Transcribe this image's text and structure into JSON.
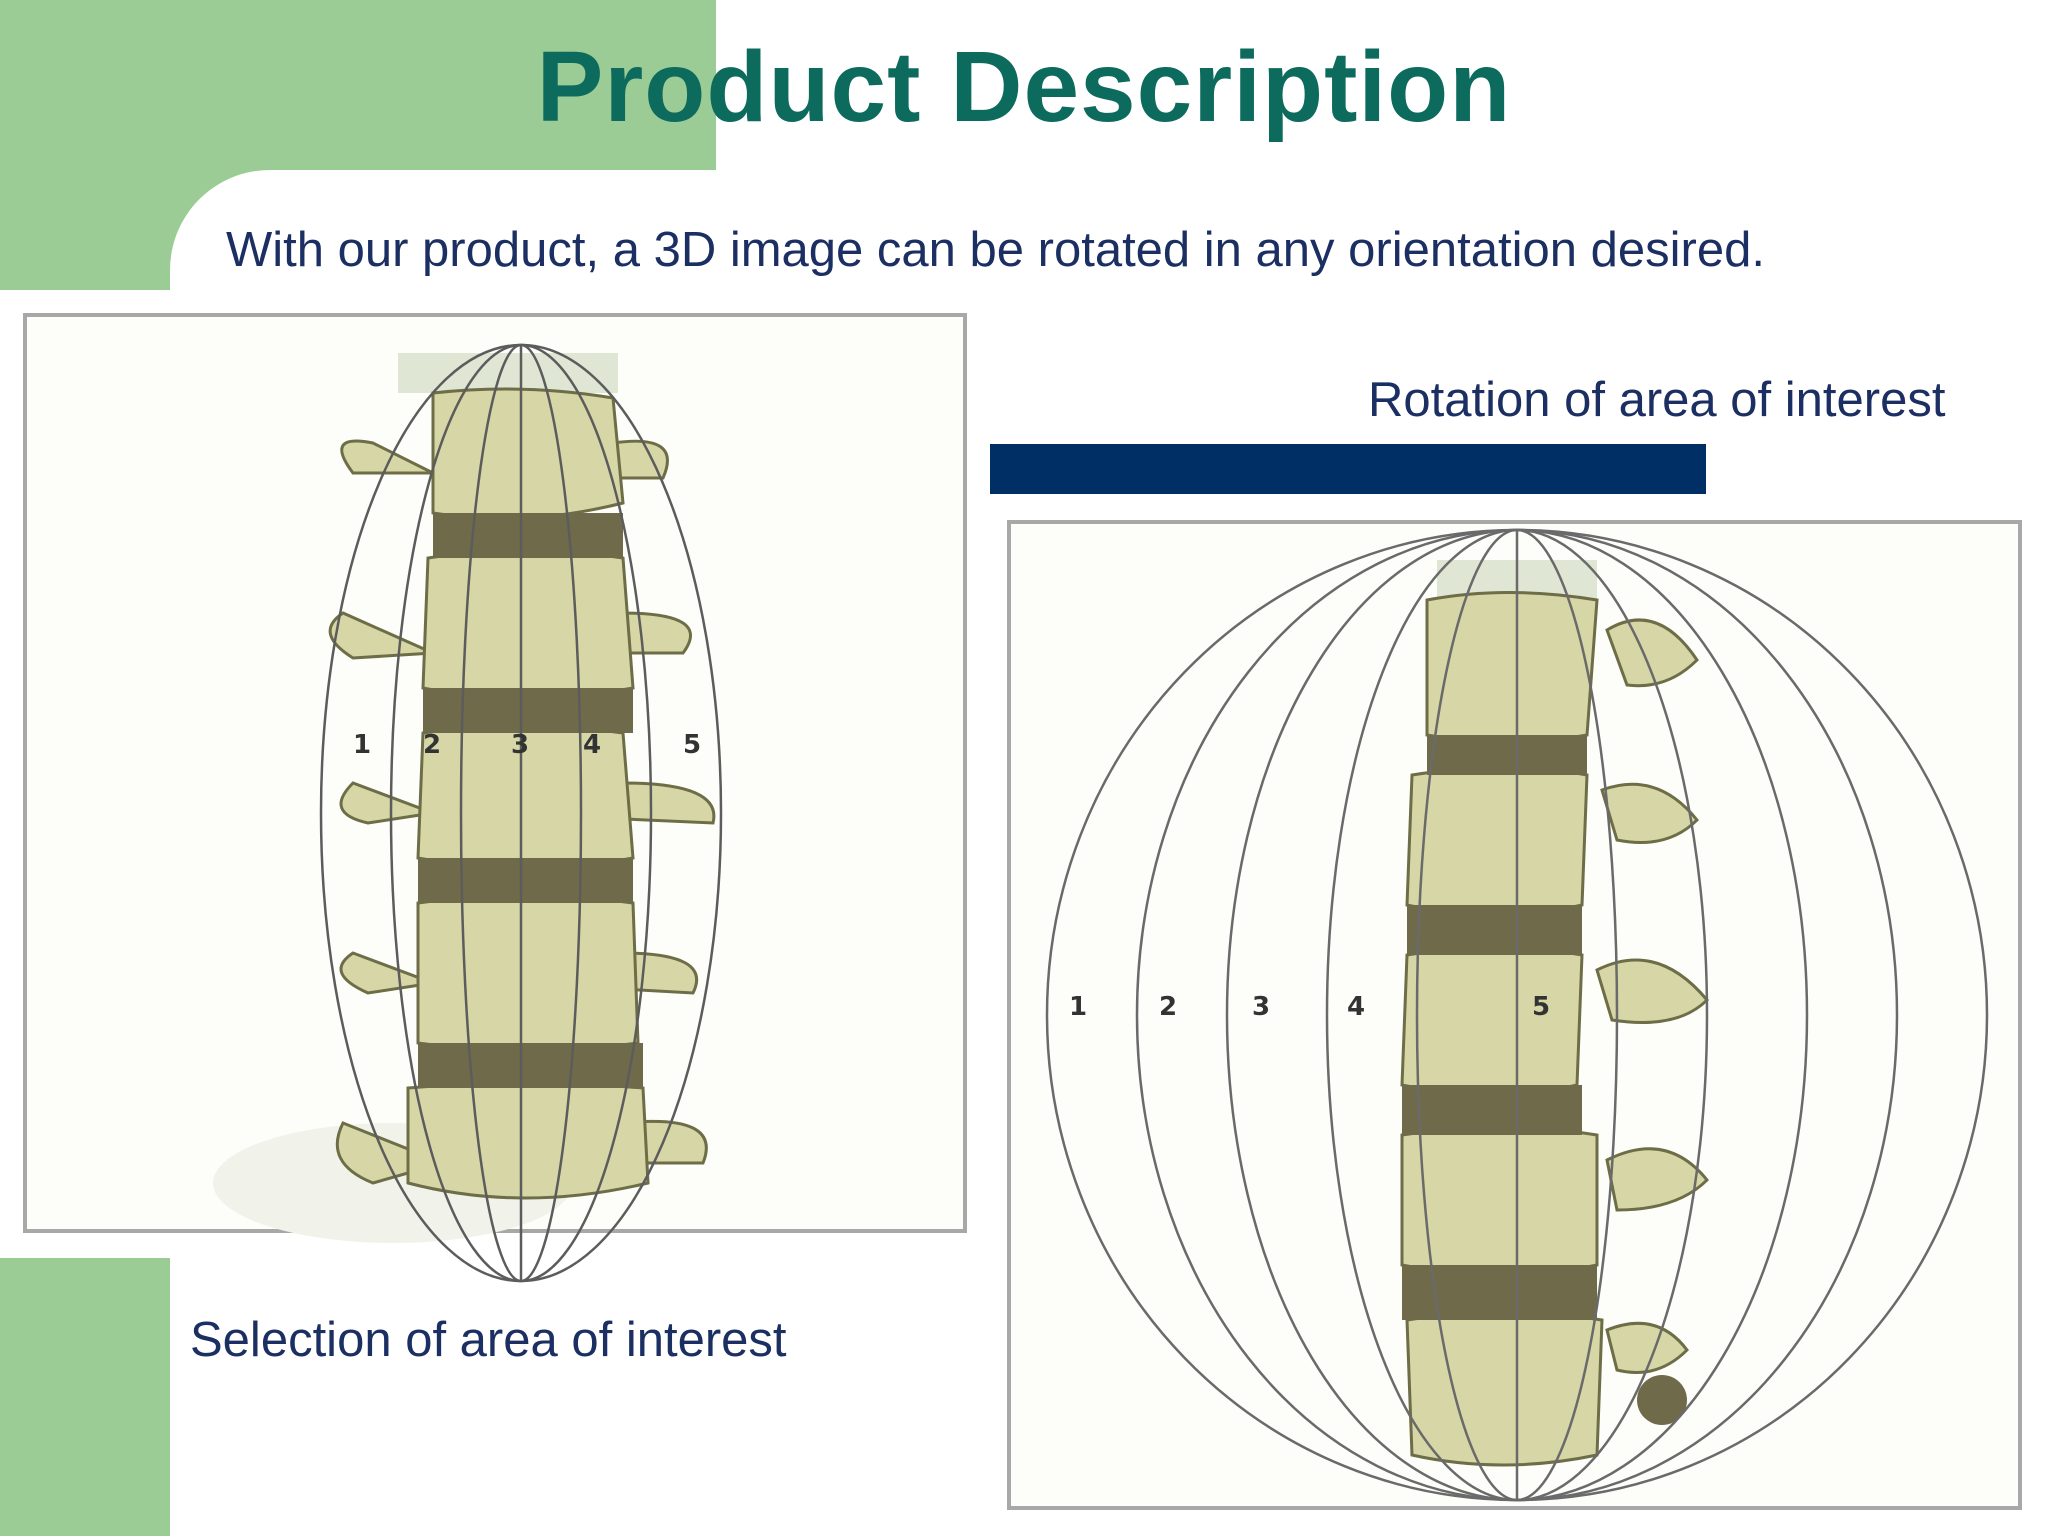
{
  "slide": {
    "title": "Product Description",
    "subtitle": "With our product, a 3D image can be rotated in any orientation desired.",
    "rotation_caption": "Rotation of area of interest",
    "selection_caption": "Selection of area of interest"
  },
  "colors": {
    "accent_green": "#9ccc95",
    "title_teal": "#0d6b5e",
    "text_navy": "#1c2f63",
    "bar_navy": "#002f65",
    "bone": "#d6d6a6"
  },
  "left_figure": {
    "labels": [
      "1",
      "2",
      "3",
      "4",
      "5"
    ]
  },
  "right_figure": {
    "labels": [
      "1",
      "2",
      "3",
      "4",
      "5"
    ]
  }
}
